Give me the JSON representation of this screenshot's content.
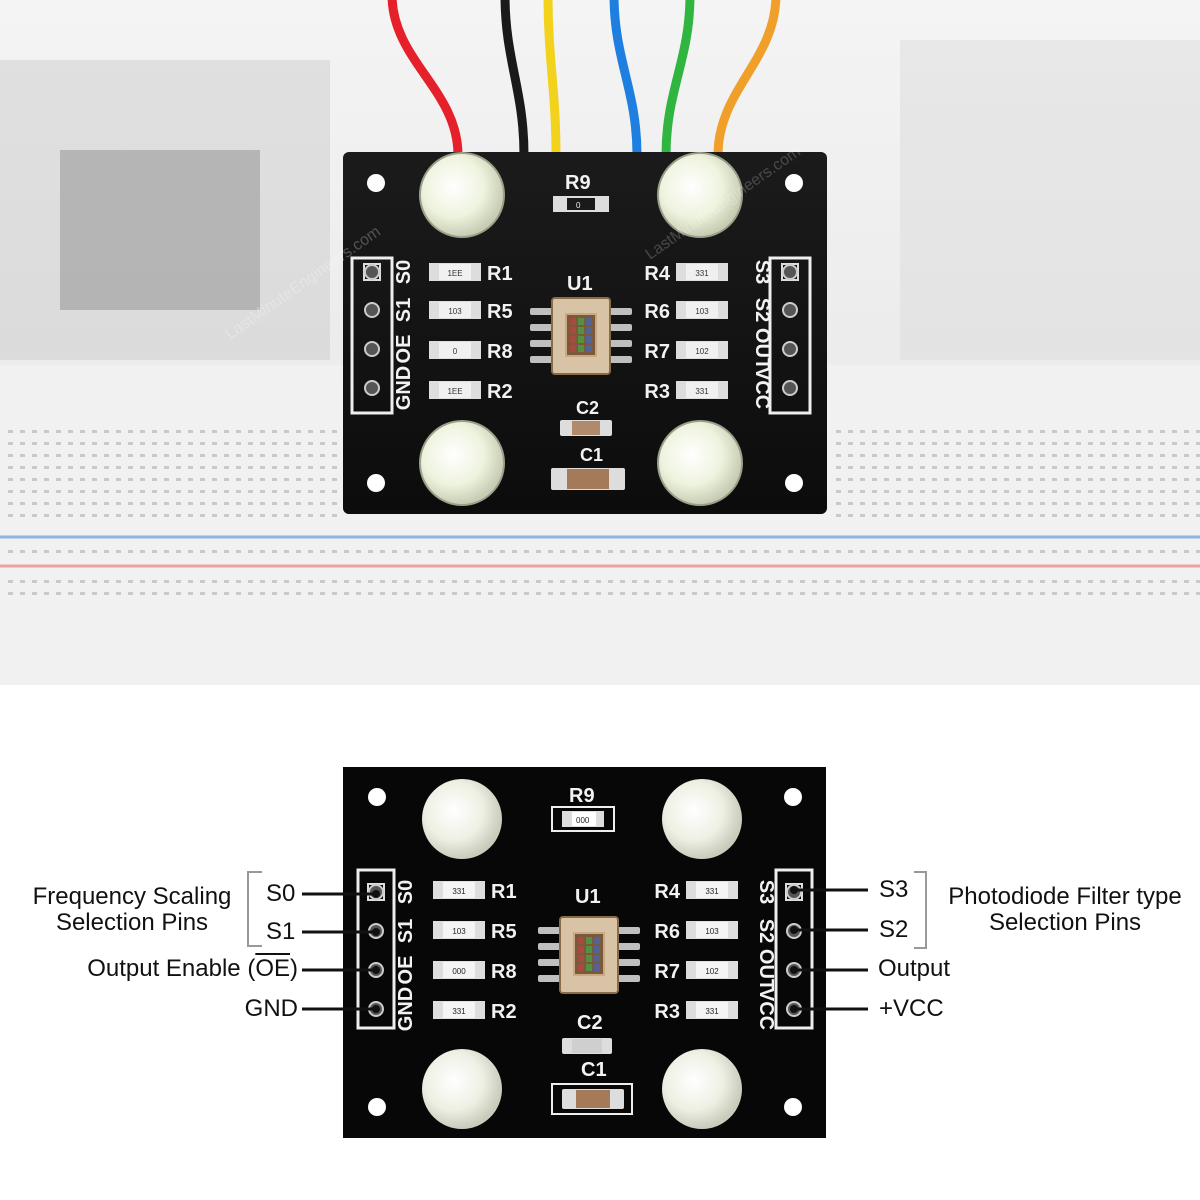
{
  "board": {
    "top_resistor": "R9",
    "chip": "U1",
    "caps": [
      "C2",
      "C1"
    ],
    "left_pin_labels": [
      "S0",
      "S1",
      "OE",
      "GND"
    ],
    "right_pin_labels": [
      "S3",
      "S2",
      "OUT",
      "VCC"
    ],
    "left_resistors": [
      "R1",
      "R5",
      "R8",
      "R2"
    ],
    "right_resistors": [
      "R4",
      "R6",
      "R7",
      "R3"
    ],
    "photo_left_codes": [
      "1EE",
      "103",
      "0",
      "1EE"
    ],
    "photo_right_codes": [
      "331",
      "103",
      "102",
      "331"
    ],
    "photo_r9_code": "0",
    "diagram_left_codes": [
      "331",
      "103",
      "000",
      "331"
    ],
    "diagram_right_codes": [
      "331",
      "103",
      "102",
      "331"
    ],
    "diagram_r9_code": "000",
    "watermark": "LastMinuteEngineers.com"
  },
  "wire_colors": [
    "#e5202a",
    "#1a1a1a",
    "#f2d21b",
    "#1f7fe0",
    "#2fb540",
    "#f0a02a"
  ],
  "annotations": {
    "left": {
      "group_title_line1": "Frequency Scaling",
      "group_title_line2": "Selection Pins",
      "s0": "S0",
      "s1": "S1",
      "oe_prefix": "Output Enable (",
      "oe_overline": "OE",
      "oe_suffix": ")",
      "gnd": "GND"
    },
    "right": {
      "group_title_line1": "Photodiode Filter type",
      "group_title_line2": "Selection Pins",
      "s3": "S3",
      "s2": "S2",
      "output": "Output",
      "vcc": "+VCC"
    }
  }
}
